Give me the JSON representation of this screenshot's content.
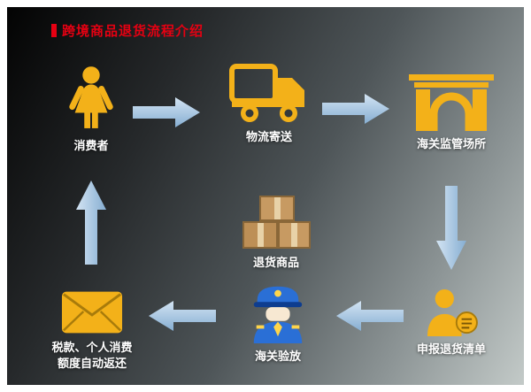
{
  "title": "跨境商品退货流程介绍",
  "nodes": {
    "consumer": {
      "label": "消费者"
    },
    "logistics": {
      "label": "物流寄送"
    },
    "customs_site": {
      "label": "海关监管场所"
    },
    "returned_goods": {
      "label": "退货商品"
    },
    "declare_list": {
      "label": "申报退货清单"
    },
    "customs_release": {
      "label": "海关验放"
    },
    "tax_refund": {
      "label_line1": "税款、个人消费",
      "label_line2": "额度自动返还"
    }
  },
  "colors": {
    "accent_red": "#e60012",
    "icon_yellow": "#f3b119",
    "arrow_blue_light": "#cfe2f2",
    "arrow_blue_dark": "#8cb3d6",
    "box_brown": "#c79a62",
    "officer_blue": "#2a6fd6",
    "label_white": "#ffffff"
  }
}
